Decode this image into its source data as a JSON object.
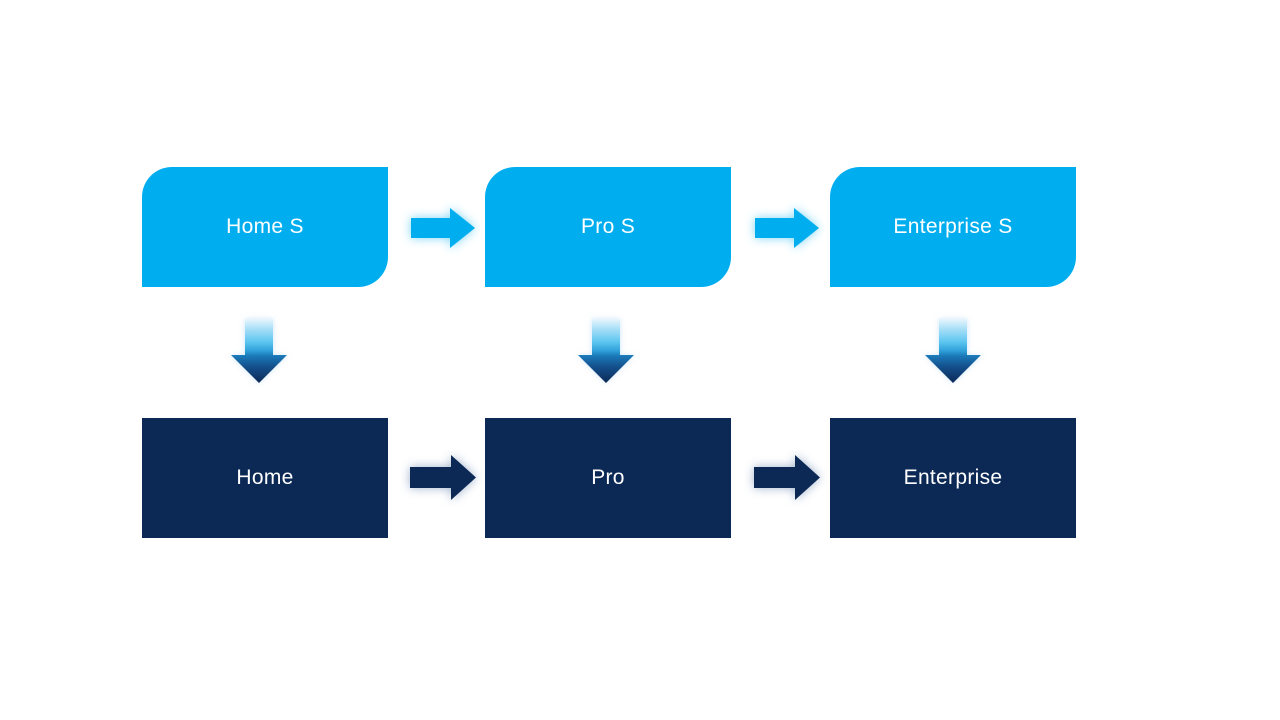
{
  "diagram": {
    "columns": [
      {
        "top_label": "Home S",
        "bottom_label": "Home"
      },
      {
        "top_label": "Pro S",
        "bottom_label": "Pro"
      },
      {
        "top_label": "Enterprise S",
        "bottom_label": "Enterprise"
      }
    ],
    "colors": {
      "canvas_bg": "#FFFFFF",
      "light_blue": "#00AEEF",
      "navy": "#0C2956",
      "label_text": "#FFFFFF",
      "light_glow": "#7ED6F6",
      "dark_glow": "#9FB2CC",
      "grad_0": "#E8F5FC",
      "grad_1": "#9EDCF6",
      "grad_2": "#5CC5F0",
      "grad_3": "#2E9FD9",
      "grad_4": "#1B78B8",
      "grad_5": "#134F8B",
      "grad_6": "#0C2956"
    }
  }
}
